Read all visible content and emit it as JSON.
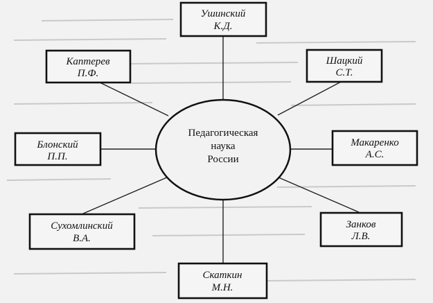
{
  "center": {
    "lines": [
      "Педагогическая",
      "наука",
      "России"
    ]
  },
  "nodes": [
    {
      "id": "ushinsky",
      "line1": "Ушинский",
      "line2": "К.Д."
    },
    {
      "id": "kapterev",
      "line1": "Каптерев",
      "line2": "П.Ф."
    },
    {
      "id": "shatsky",
      "line1": "Шацкий",
      "line2": "С.Т."
    },
    {
      "id": "blonsky",
      "line1": "Блонский",
      "line2": "П.П."
    },
    {
      "id": "makarenko",
      "line1": "Макаренко",
      "line2": "А.С."
    },
    {
      "id": "sukhomlinsky",
      "line1": "Сухомлинский",
      "line2": "В.А."
    },
    {
      "id": "zankov",
      "line1": "Занков",
      "line2": "Л.В."
    },
    {
      "id": "skatkin",
      "line1": "Скаткин",
      "line2": "М.Н."
    }
  ]
}
